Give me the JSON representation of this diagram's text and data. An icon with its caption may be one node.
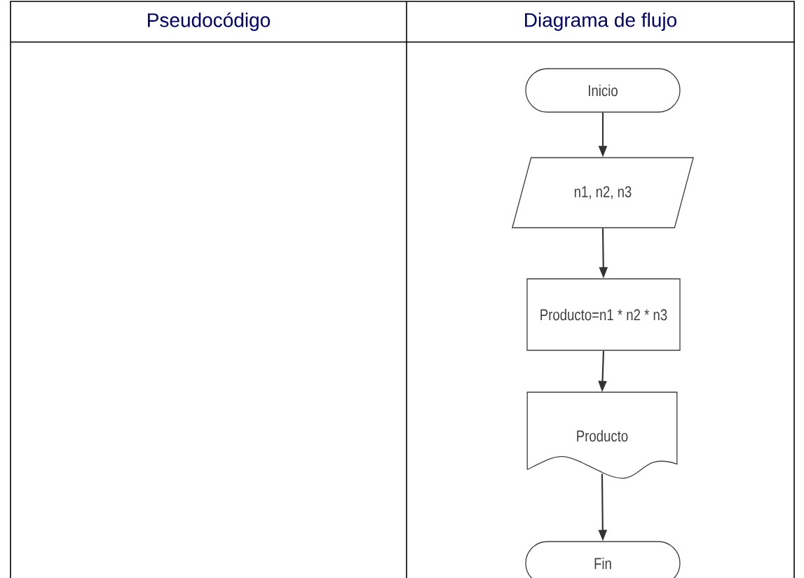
{
  "diagram": {
    "nodes": [
      {
        "text": [
          "Pseudocódigo"
        ]
      },
      {
        "text": [
          "Diagrama de flujo"
        ]
      },
      {
        "text": [
          "Inicio"
        ]
      },
      {
        "text": [
          "n1, n2, n3"
        ]
      },
      {
        "text": [
          "Producto=n1 * n2 * n3"
        ]
      },
      {
        "text": [
          "Producto"
        ]
      },
      {
        "text": [
          "Fin"
        ]
      }
    ],
    "edges": [
      {
        "from": 2,
        "to": 3,
        "arrow": "to"
      },
      {
        "from": 3,
        "to": 4,
        "arrow": "to"
      },
      {
        "from": 4,
        "to": 5,
        "arrow": "to"
      },
      {
        "from": 5,
        "to": 6,
        "arrow": "to"
      }
    ]
  }
}
